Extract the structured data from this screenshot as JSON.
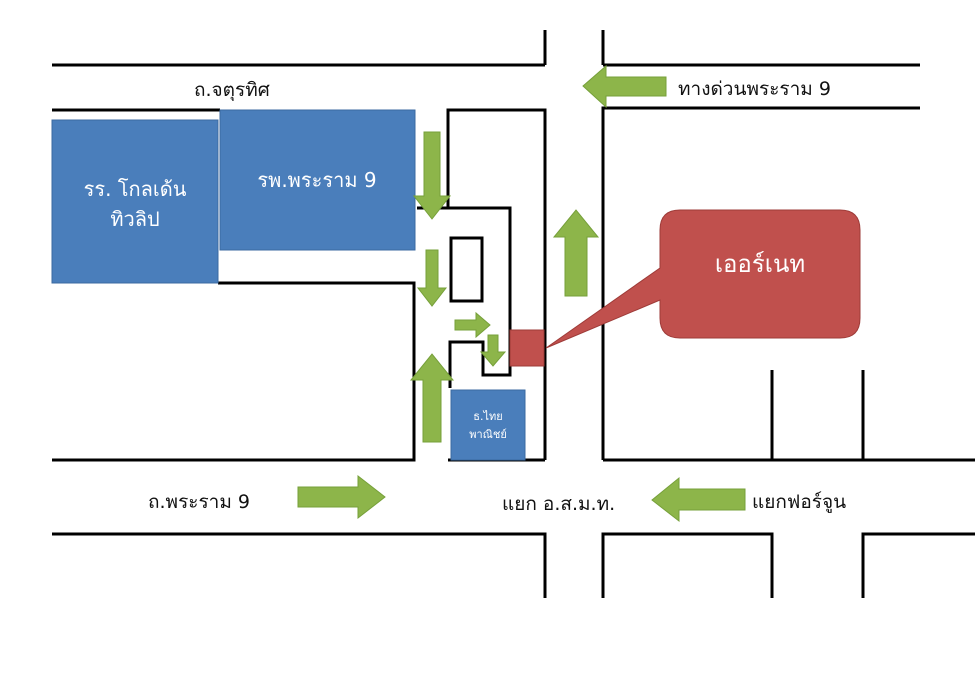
{
  "map": {
    "roads": {
      "chaturathit": "ถ.จตุรทิศ",
      "expressway": "ทางด่วนพระราม 9",
      "rama9": "ถ.พระราม 9",
      "junction_osmt": "แยก อ.ส.ม.ท.",
      "fortune_junction": "แยกฟอร์จูน"
    },
    "landmarks": {
      "school_line1": "รร. โกลเด้น",
      "school_line2": "ทิวลิป",
      "hospital": "รพ.พระราม 9",
      "bank_line1": "ธ.ไทย",
      "bank_line2": "พาณิชย์"
    },
    "destination": {
      "label": "เออร์เนท"
    },
    "colors": {
      "landmark_blue": "#4a7ebb",
      "destination_red": "#c0504d",
      "arrow_green": "#8db54a",
      "road_line": "#000000"
    }
  }
}
